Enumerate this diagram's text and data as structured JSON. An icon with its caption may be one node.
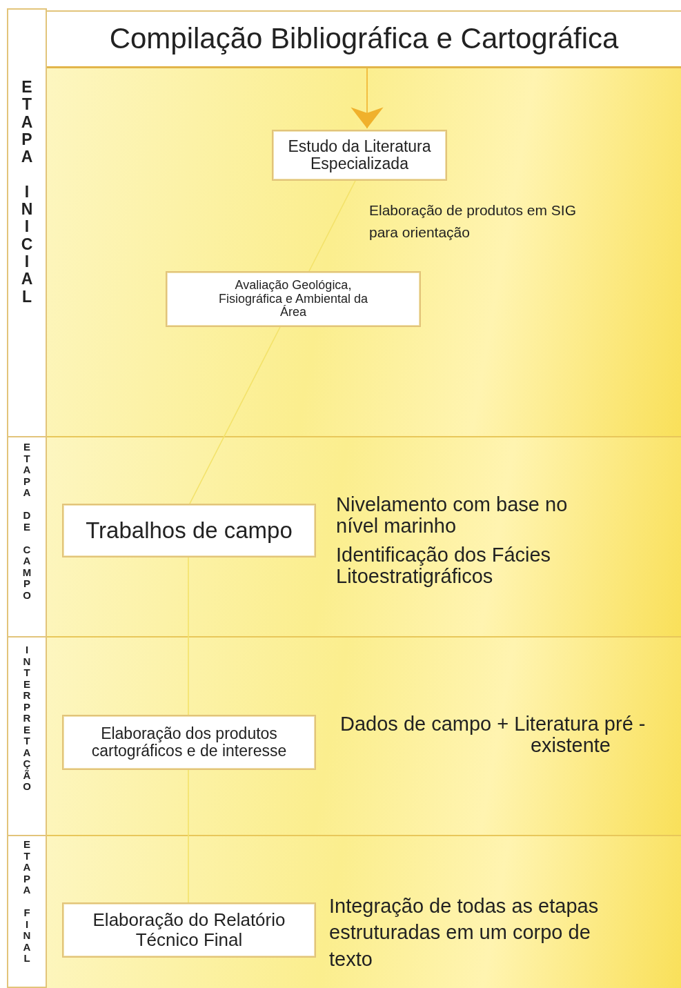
{
  "diagram": {
    "nodes": [
      {
        "text": [
          "Compilação Bibliográfica e Cartográfica"
        ]
      },
      {
        "text": [
          "ETAPA INICIAL"
        ]
      },
      {
        "text": [
          "Estudo da Literatura Especializada"
        ]
      },
      {
        "text": [
          "Avaliação Geológica, Fisiográfica e Ambiental da Área"
        ]
      },
      {
        "text": [
          "ETAPA DE CAMPO"
        ]
      },
      {
        "text": [
          "Trabalhos de campo"
        ]
      },
      {
        "text": [
          "INTERPRETAÇÃO"
        ]
      },
      {
        "text": [
          "Elaboração dos produtos cartográficos e de interesse"
        ]
      },
      {
        "text": [
          "ETAPA FINAL"
        ]
      },
      {
        "text": [
          "Elaboração do Relatório Técnico Final"
        ]
      }
    ],
    "edges": [
      {
        "from": 0,
        "to": 2,
        "arrow": "to",
        "color": "#f0b12c"
      },
      {
        "from": 2,
        "to": 3,
        "arrow": "none"
      },
      {
        "from": 3,
        "to": 5,
        "arrow": "none"
      },
      {
        "from": 5,
        "to": 7,
        "arrow": "none"
      },
      {
        "from": 7,
        "to": 9,
        "arrow": "none"
      }
    ],
    "labels": [
      "Elaboração de produtos em SIG para orientação",
      "Nivelamento com base no nível marinho",
      "Identificação dos Fácies Litoestratigráficos",
      "Dados de campo + Literatura pré - existente",
      "Integração de todas as etapas estruturadas em um corpo de texto"
    ]
  }
}
